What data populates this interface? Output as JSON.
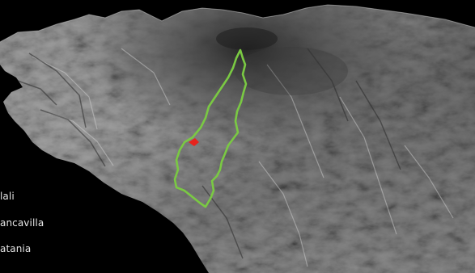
{
  "map": {
    "place_labels": [
      "lali",
      "ancavilla",
      "atania"
    ],
    "colors": {
      "background": "#000000",
      "trail": "#7ac943",
      "marker": "#e8231d",
      "label_text": "#e6e6e6"
    }
  }
}
